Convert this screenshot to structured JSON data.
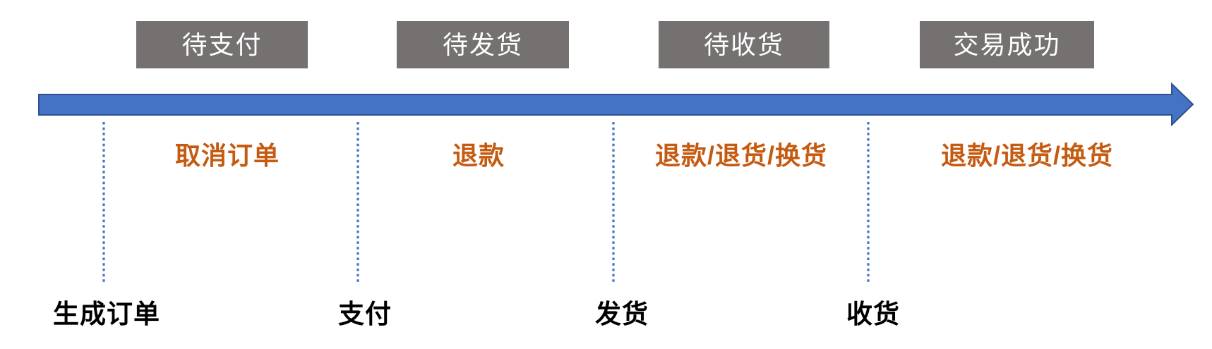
{
  "diagram": {
    "status_boxes": [
      {
        "label": "待支付"
      },
      {
        "label": "待发货"
      },
      {
        "label": "待收货"
      },
      {
        "label": "交易成功"
      }
    ],
    "actions": [
      {
        "label": "取消订单"
      },
      {
        "label": "退款"
      },
      {
        "label": "退款/退货/换货"
      },
      {
        "label": "退款/退货/换货"
      }
    ],
    "events": [
      {
        "label": "生成订单"
      },
      {
        "label": "支付"
      },
      {
        "label": "发货"
      },
      {
        "label": "收货"
      }
    ]
  },
  "colors": {
    "box_bg": "#767171",
    "box_text": "#ffffff",
    "arrow_fill": "#4472C4",
    "arrow_border": "#2F528F",
    "divider": "#4472C4",
    "action_text": "#C55A11",
    "event_text": "#000000"
  }
}
